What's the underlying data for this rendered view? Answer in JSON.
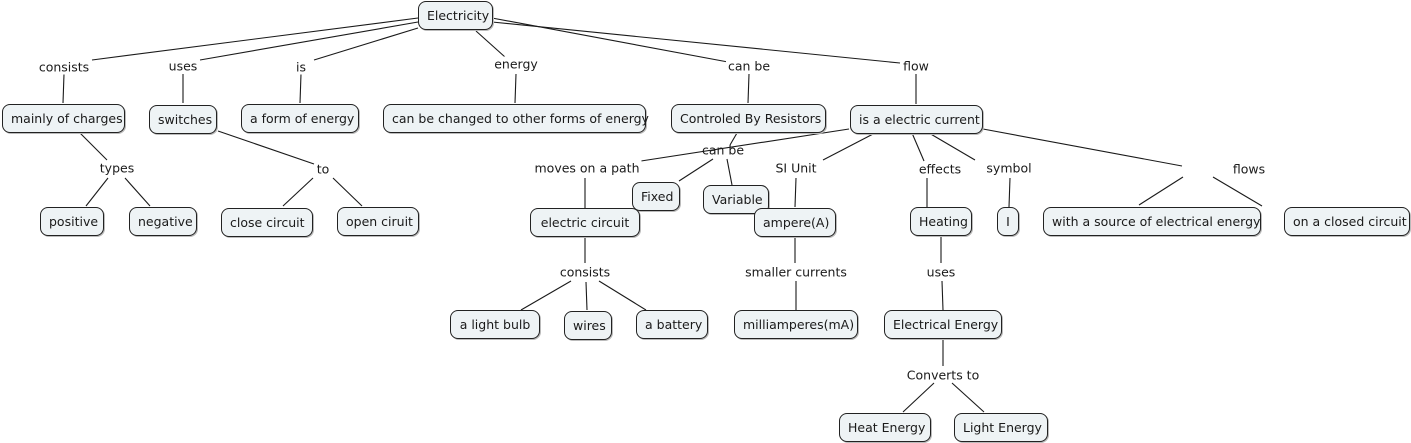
{
  "concept_map": {
    "root": "Electricity",
    "concepts": {
      "electricity": "Electricity",
      "mainly_of_charges": "mainly of charges",
      "switches": "switches",
      "form_of_energy": "a form of energy",
      "can_be_changed": "can be changed to other forms of energy",
      "controled_by_resistors": "Controled By Resistors",
      "electric_current": "is a electric current",
      "positive": "positive",
      "negative": "negative",
      "close_circuit": "close circuit",
      "open_ciruit": "open ciruit",
      "fixed": "Fixed",
      "variable": "Variable",
      "electric_circuit": "electric circuit",
      "ampere": "ampere(A)",
      "heating": "Heating",
      "symbol_i": "I",
      "source_energy": "with a source of electrical energy",
      "closed_circuit": "on a closed circuit",
      "light_bulb": "a light bulb",
      "wires": "wires",
      "battery": "a battery",
      "milliamperes": "milliamperes(mA)",
      "electrical_energy": "Electrical Energy",
      "heat_energy": "Heat Energy",
      "light_energy": "Light Energy"
    },
    "links": {
      "consists": "consists",
      "uses": "uses",
      "is": "is",
      "energy": "energy",
      "can_be": "can be",
      "flow": "flow",
      "types": "types",
      "to": "to",
      "can_be_2": "can be",
      "moves_on_a_path": "moves on a path",
      "si_unit": "SI Unit",
      "effects": "effects",
      "symbol": "symbol",
      "flows": "flows",
      "consists_2": "consists",
      "smaller_currents": "smaller currents",
      "uses_2": "uses",
      "converts_to": "Converts to"
    }
  }
}
